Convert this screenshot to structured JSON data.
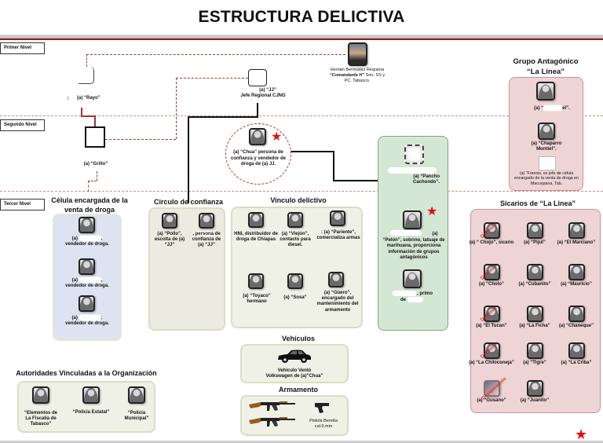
{
  "title": "ESTRUCTURA DELICTIVA",
  "levels": {
    "first": "Primer Nivel",
    "second": "Segundo Nivel",
    "third": "Tercer Nivel"
  },
  "nodes": {
    "rayo": {
      "prefix": "2",
      "caption": "(a) “Rayo”"
    },
    "jj": {
      "line1": "(a) “JJ”",
      "line2": "Jefe Regional CJNG"
    },
    "hernan": {
      "line1": "Hernán  Bermúdez Requena",
      "line2_em": "“Comandante H”",
      "line2_rest": " Srio. SS y",
      "line3": "PC. Tabasco."
    },
    "grillo": {
      "caption": "(a) “Grillo”"
    },
    "chua": {
      "caption": "(a) “Chua” persona de confianza y vendedor de droga de (a) JJ."
    },
    "pancho": {
      "caption": "(a) “Pancho Cachondo”."
    },
    "pelon": {
      "caption_tail": "(a) “Pelón”, sobrino, tatuaje de marihuana, proporciona información de grupos antagónicos"
    },
    "primo": {
      "caption_mid": ", primo",
      "caption_tail": "de"
    }
  },
  "sections": {
    "celula": {
      "title": "Célula encargada de la venta de droga",
      "members": [
        {
          "prefix": "(a)",
          "suffix": ",",
          "role": "vendedor de droga."
        },
        {
          "prefix": "(a)",
          "suffix": ",",
          "role": "vendedor de droga."
        },
        {
          "prefix": "(a)",
          "suffix": ";",
          "role": "vendedor de droga."
        }
      ]
    },
    "circulo": {
      "title": "Circulo de confianza",
      "members": [
        {
          "caption": "(a) “Pollo”, escolta de (a) “JJ”"
        },
        {
          "caption": ", persona de confianza de (a) “JJ”"
        }
      ]
    },
    "vinculo": {
      "title": "Vinculo delictivo",
      "members": [
        {
          "caption": "HNI, distribuidor de droga de Chiapas"
        },
        {
          "caption": "(a) “Viejón”, contacto para diesel."
        },
        {
          "caption": ": (a) “Pariente”, comercializa armas"
        },
        {
          "caption": "(a) “Toyaco” hermano"
        },
        {
          "caption": "(a) “Sosa”"
        },
        {
          "caption": "(a) “Güero”, encargado del mantenimiento del armamento"
        }
      ]
    },
    "antagonico": {
      "title_line1": "Grupo Antagónico",
      "title_line2": "“La Línea”",
      "members": [
        {
          "caption_pre": "(a) “",
          "caption_post": "el”."
        },
        {
          "caption": "(a) “Chaparro Montiel”."
        },
        {
          "caption": "(a) “Francis, ex jefe de célula encargado de la venta de droga  en Macuspana, Tab."
        }
      ]
    },
    "sicarios": {
      "title": "Sicarios de “La Linea”",
      "members": [
        {
          "caption": "(a) “ Chojo”, sicario",
          "stamp": "Detenido"
        },
        {
          "caption": "(a) “Pijul”",
          "stamp": ""
        },
        {
          "caption": "(a) “El Marciano”",
          "stamp": ""
        },
        {
          "caption": "(a) “Cholo”",
          "stamp": "Detenido"
        },
        {
          "caption": "(a) “Cubanito”",
          "stamp": ""
        },
        {
          "caption": "(a) “Mauricio”",
          "stamp": ""
        },
        {
          "caption": "(a) “El Tucan”",
          "stamp": "Detenido"
        },
        {
          "caption": "(a) “La Ficha”",
          "stamp": ""
        },
        {
          "caption": "(a) “Chaneque”",
          "stamp": ""
        },
        {
          "caption": "(a) “La Chiloconeja”",
          "stamp": "Detenido"
        },
        {
          "caption": "(a) “Tigre”",
          "stamp": ""
        },
        {
          "caption": "(a) “La Criba”",
          "stamp": ""
        },
        {
          "caption": "(a) “Gusano”",
          "stamp": "Desaparecido"
        },
        {
          "caption": "(a) “Juanito”",
          "stamp": ""
        }
      ]
    },
    "autoridades": {
      "title": "Autoridades Vinculadas a la Organización",
      "members": [
        {
          "caption": "“Elementos de La Fiscalia de Tabasco”"
        },
        {
          "caption": "“Policia Estatal”"
        },
        {
          "caption": "“Policia Municipal”"
        }
      ]
    },
    "vehiculos": {
      "title": "Vehículos",
      "caption_line1": "Vehiculo Ventó",
      "caption_line2": "Volkswagen de (a)”Chua”"
    },
    "armamento": {
      "title": "Armamento",
      "pistol_line1": "Pistola Beretta",
      "pistol_line2": "cal.9.mm"
    }
  },
  "marker": {
    "star": "★",
    "star_color": "#e01010"
  },
  "colors": {
    "accent_red": "#8b1a1a",
    "dashed_red": "#d68888",
    "pink_box": "#efd4d6",
    "green_box": "#d4e7d4",
    "blue_box": "#dde3f0"
  }
}
